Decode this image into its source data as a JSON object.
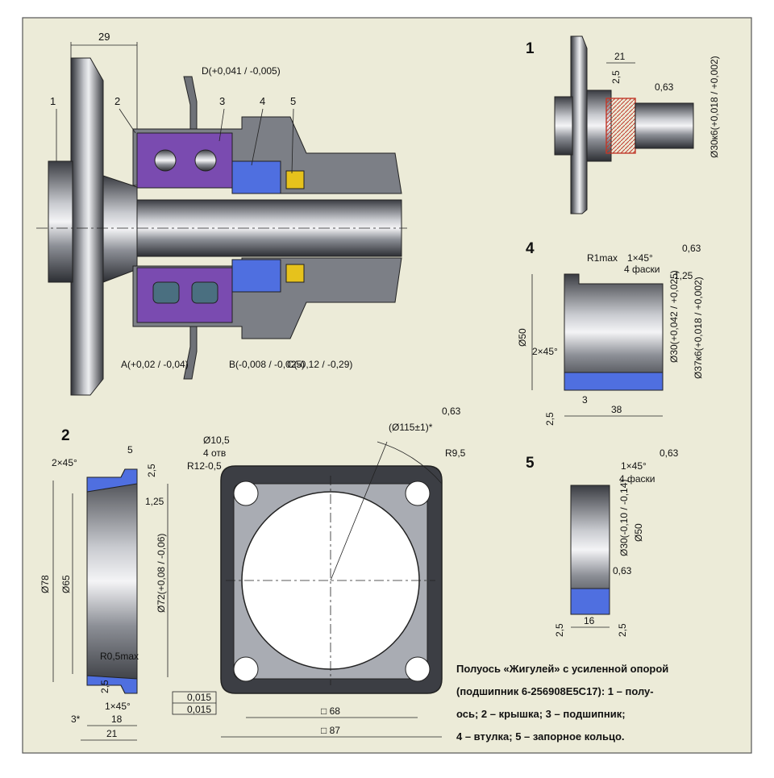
{
  "drawing": {
    "background": "#ecebd8",
    "steel": "#7c7f86",
    "blue": "#4f6fe0",
    "purple": "#7a4bb0",
    "yellow": "#e6c21c",
    "red": "#e0503a"
  },
  "assembly": {
    "dim_29": "29",
    "callouts": [
      "1",
      "2",
      "3",
      "4",
      "5"
    ],
    "fit_D": "D(+0,041 / -0,005)",
    "fit_A": "A(+0,02 / -0,04)",
    "fit_B": "B(-0,008 / -0,025)",
    "fit_C": "C(-0,12 / -0,29)"
  },
  "detail1": {
    "number": "1",
    "dim_21": "21",
    "dim_25": "2,5",
    "rough": "0,63",
    "dia": "Ø30к6(+0,018 / +0,002)"
  },
  "detail4": {
    "number": "4",
    "rough": "0,63",
    "r1max": "R1max",
    "chamfer": "1×45°",
    "chamfers4": "4 фаски",
    "dim_125": "1,25",
    "dia50": "Ø50",
    "dia30": "Ø30(+0,042 / +0,025)",
    "dia37": "Ø37к6(+0,018 / +0,002)",
    "chamfer2": "2×45°",
    "dim_3": "3",
    "dim_38": "38",
    "dim_25": "2,5"
  },
  "detail5": {
    "number": "5",
    "rough": "0,63",
    "chamfer": "1×45°",
    "chamfers4": "4 фаски",
    "dia30": "Ø30(-0,10 / -0,14)",
    "dia50": "Ø50",
    "rough_inner": "0,63",
    "dim_25a": "2,5",
    "dim_16": "16",
    "dim_25b": "2,5"
  },
  "detail2": {
    "number": "2",
    "chamfer": "2×45°",
    "dim_5": "5",
    "dim_25": "2,5",
    "dim_125": "1,25",
    "dia78": "Ø78",
    "dia65": "Ø65",
    "dia72": "Ø72(+0,08 / -0,06)",
    "r05": "R0,5max",
    "dim_25b": "2,5",
    "chamfer1": "1×45°",
    "dim_3": "3*",
    "dim_18": "18",
    "dim_21": "21",
    "tol1": "0,015",
    "tol2": "0,015"
  },
  "plate": {
    "hole": "Ø10,5",
    "holes4": "4 отв",
    "r12": "R12-0,5",
    "dia115": "(Ø115±1)*",
    "r95": "R9,5",
    "rough": "0,63",
    "sq68": "□ 68",
    "sq87": "□ 87"
  },
  "caption": {
    "lines": [
      "Полуось «Жигулей» с усиленной опорой",
      "(подшипник 6-256908Е5С17): 1 – полу-",
      "ось; 2 – крышка; 3 – подшипник;",
      "4 – втулка; 5 – запорное кольцо."
    ]
  }
}
